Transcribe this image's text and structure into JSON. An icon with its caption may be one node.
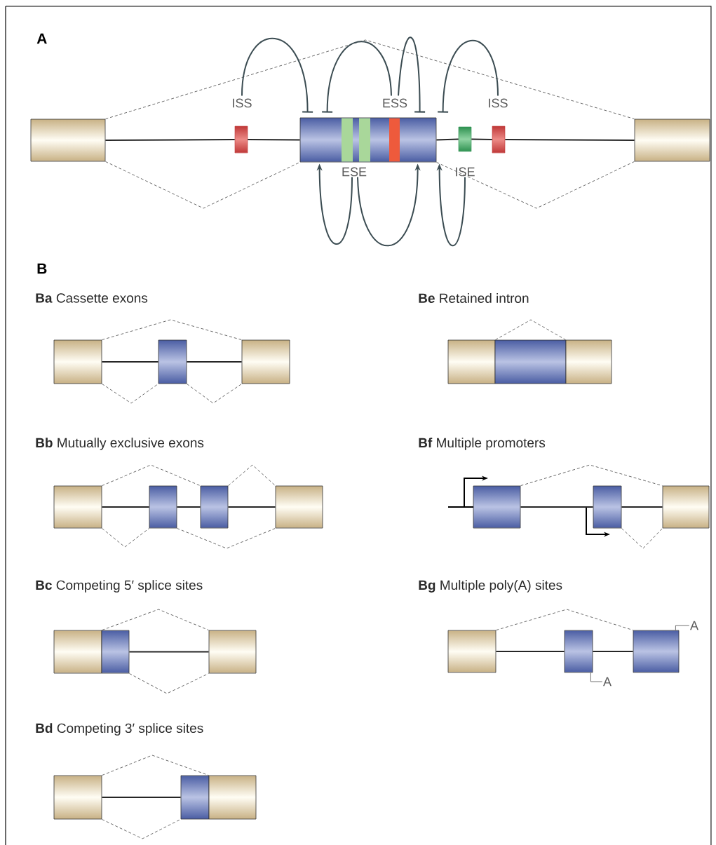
{
  "diagram": {
    "nodes": [
      {
        "text": [],
        "shape": "box"
      },
      {
        "text": [],
        "shape": "box"
      },
      {
        "text": [],
        "shape": "box"
      },
      {
        "text": [],
        "shape": "bar",
        "in": 2
      },
      {
        "text": [],
        "shape": "bar",
        "in": 2
      },
      {
        "text": [],
        "shape": "bar",
        "in": 2
      },
      {
        "text": [],
        "shape": "box"
      },
      {
        "text": [],
        "shape": "box"
      },
      {
        "text": [],
        "shape": "box"
      },
      {
        "text": [
          "ISS"
        ]
      },
      {
        "text": [
          "ESS"
        ]
      },
      {
        "text": [
          "ISS"
        ]
      },
      {
        "text": [
          "ESE"
        ]
      },
      {
        "text": [
          "ISE"
        ]
      },
      {
        "text": [],
        "shape": "box"
      },
      {
        "text": [],
        "shape": "box"
      },
      {
        "text": [],
        "shape": "box"
      },
      {
        "text": [],
        "shape": "box"
      },
      {
        "text": [],
        "shape": "box"
      },
      {
        "text": [],
        "shape": "box"
      },
      {
        "text": [],
        "shape": "box"
      },
      {
        "text": [],
        "shape": "box"
      },
      {
        "text": [],
        "shape": "box"
      },
      {
        "text": [],
        "shape": "box"
      },
      {
        "text": [],
        "shape": "box"
      },
      {
        "text": [],
        "shape": "box"
      },
      {
        "text": [],
        "shape": "box"
      },
      {
        "text": [],
        "shape": "box"
      },
      {
        "text": [],
        "shape": "box"
      },
      {
        "text": [],
        "shape": "box"
      },
      {
        "text": [],
        "shape": "box"
      },
      {
        "text": [],
        "shape": "box"
      },
      {
        "text": [],
        "shape": "box"
      },
      {
        "text": [],
        "shape": "box"
      },
      {
        "text": [],
        "shape": "box"
      },
      {
        "text": [],
        "shape": "box"
      },
      {
        "text": [
          "A"
        ]
      },
      {
        "text": [
          "A"
        ]
      }
    ],
    "edges": [
      {
        "from": 0,
        "to": 1,
        "arrow": "none"
      },
      {
        "from": 1,
        "to": 2,
        "arrow": "none"
      },
      {
        "from": 2,
        "to": 6,
        "arrow": "none"
      },
      {
        "from": 6,
        "to": 7,
        "arrow": "none"
      },
      {
        "from": 7,
        "to": 8,
        "arrow": "none"
      },
      {
        "from": 0,
        "to": 8,
        "arrow": "none",
        "style": "dashed"
      },
      {
        "from": 0,
        "to": 2,
        "arrow": "none",
        "style": "dashed"
      },
      {
        "from": 2,
        "to": 8,
        "arrow": "none",
        "style": "dashed"
      },
      {
        "from": 9,
        "to": 2,
        "arrow": "other"
      },
      {
        "from": 10,
        "to": 2,
        "arrow": "other"
      },
      {
        "from": 10,
        "to": 2,
        "arrow": "other"
      },
      {
        "from": 11,
        "to": 2,
        "arrow": "other"
      },
      {
        "from": 12,
        "to": 2,
        "arrow": "to"
      },
      {
        "from": 12,
        "to": 2,
        "arrow": "to"
      },
      {
        "from": 13,
        "to": 2,
        "arrow": "to"
      },
      {
        "from": 14,
        "to": 15,
        "arrow": "none"
      },
      {
        "from": 15,
        "to": 16,
        "arrow": "none"
      },
      {
        "from": 14,
        "to": 16,
        "arrow": "none",
        "style": "dashed"
      },
      {
        "from": 14,
        "to": 15,
        "arrow": "none",
        "style": "dashed"
      },
      {
        "from": 15,
        "to": 16,
        "arrow": "none",
        "style": "dashed"
      },
      {
        "from": 17,
        "to": 18,
        "arrow": "none"
      },
      {
        "from": 18,
        "to": 19,
        "arrow": "none"
      },
      {
        "from": 19,
        "to": 20,
        "arrow": "none"
      },
      {
        "from": 17,
        "to": 19,
        "arrow": "none",
        "style": "dashed"
      },
      {
        "from": 19,
        "to": 20,
        "arrow": "none",
        "style": "dashed"
      },
      {
        "from": 17,
        "to": 18,
        "arrow": "none",
        "style": "dashed"
      },
      {
        "from": 18,
        "to": 20,
        "arrow": "none",
        "style": "dashed"
      },
      {
        "from": 22,
        "to": 23,
        "arrow": "none"
      },
      {
        "from": 21,
        "to": 23,
        "arrow": "none",
        "style": "dashed"
      },
      {
        "from": 22,
        "to": 23,
        "arrow": "none",
        "style": "dashed"
      },
      {
        "from": 24,
        "to": 25,
        "arrow": "none"
      },
      {
        "from": 24,
        "to": 26,
        "arrow": "none",
        "style": "dashed"
      },
      {
        "from": 24,
        "to": 25,
        "arrow": "none",
        "style": "dashed"
      },
      {
        "from": 27,
        "to": 29,
        "arrow": "none",
        "style": "dashed"
      },
      {
        "from": 30,
        "to": 31,
        "arrow": "none"
      },
      {
        "from": 31,
        "to": 32,
        "arrow": "none"
      },
      {
        "from": 30,
        "to": 32,
        "arrow": "none",
        "style": "dashed"
      },
      {
        "from": 31,
        "to": 32,
        "arrow": "none",
        "style": "dashed"
      },
      {
        "from": 33,
        "to": 34,
        "arrow": "none"
      },
      {
        "from": 34,
        "to": 35,
        "arrow": "none"
      },
      {
        "from": 33,
        "to": 35,
        "arrow": "none",
        "style": "dashed"
      },
      {
        "from": 36,
        "to": 35,
        "arrow": "none"
      },
      {
        "from": 37,
        "to": 34,
        "arrow": "none"
      }
    ],
    "labels": [
      "A",
      "B",
      "**Ba** Cassette exons",
      "**Be** Retained intron",
      "**Bb** Mutually exclusive exons",
      "**Bf** Multiple promoters",
      "**Bc** Competing 5′ splice sites",
      "**Bg** Multiple poly(A) sites",
      "**Bd** Competing 3′ splice sites"
    ]
  }
}
